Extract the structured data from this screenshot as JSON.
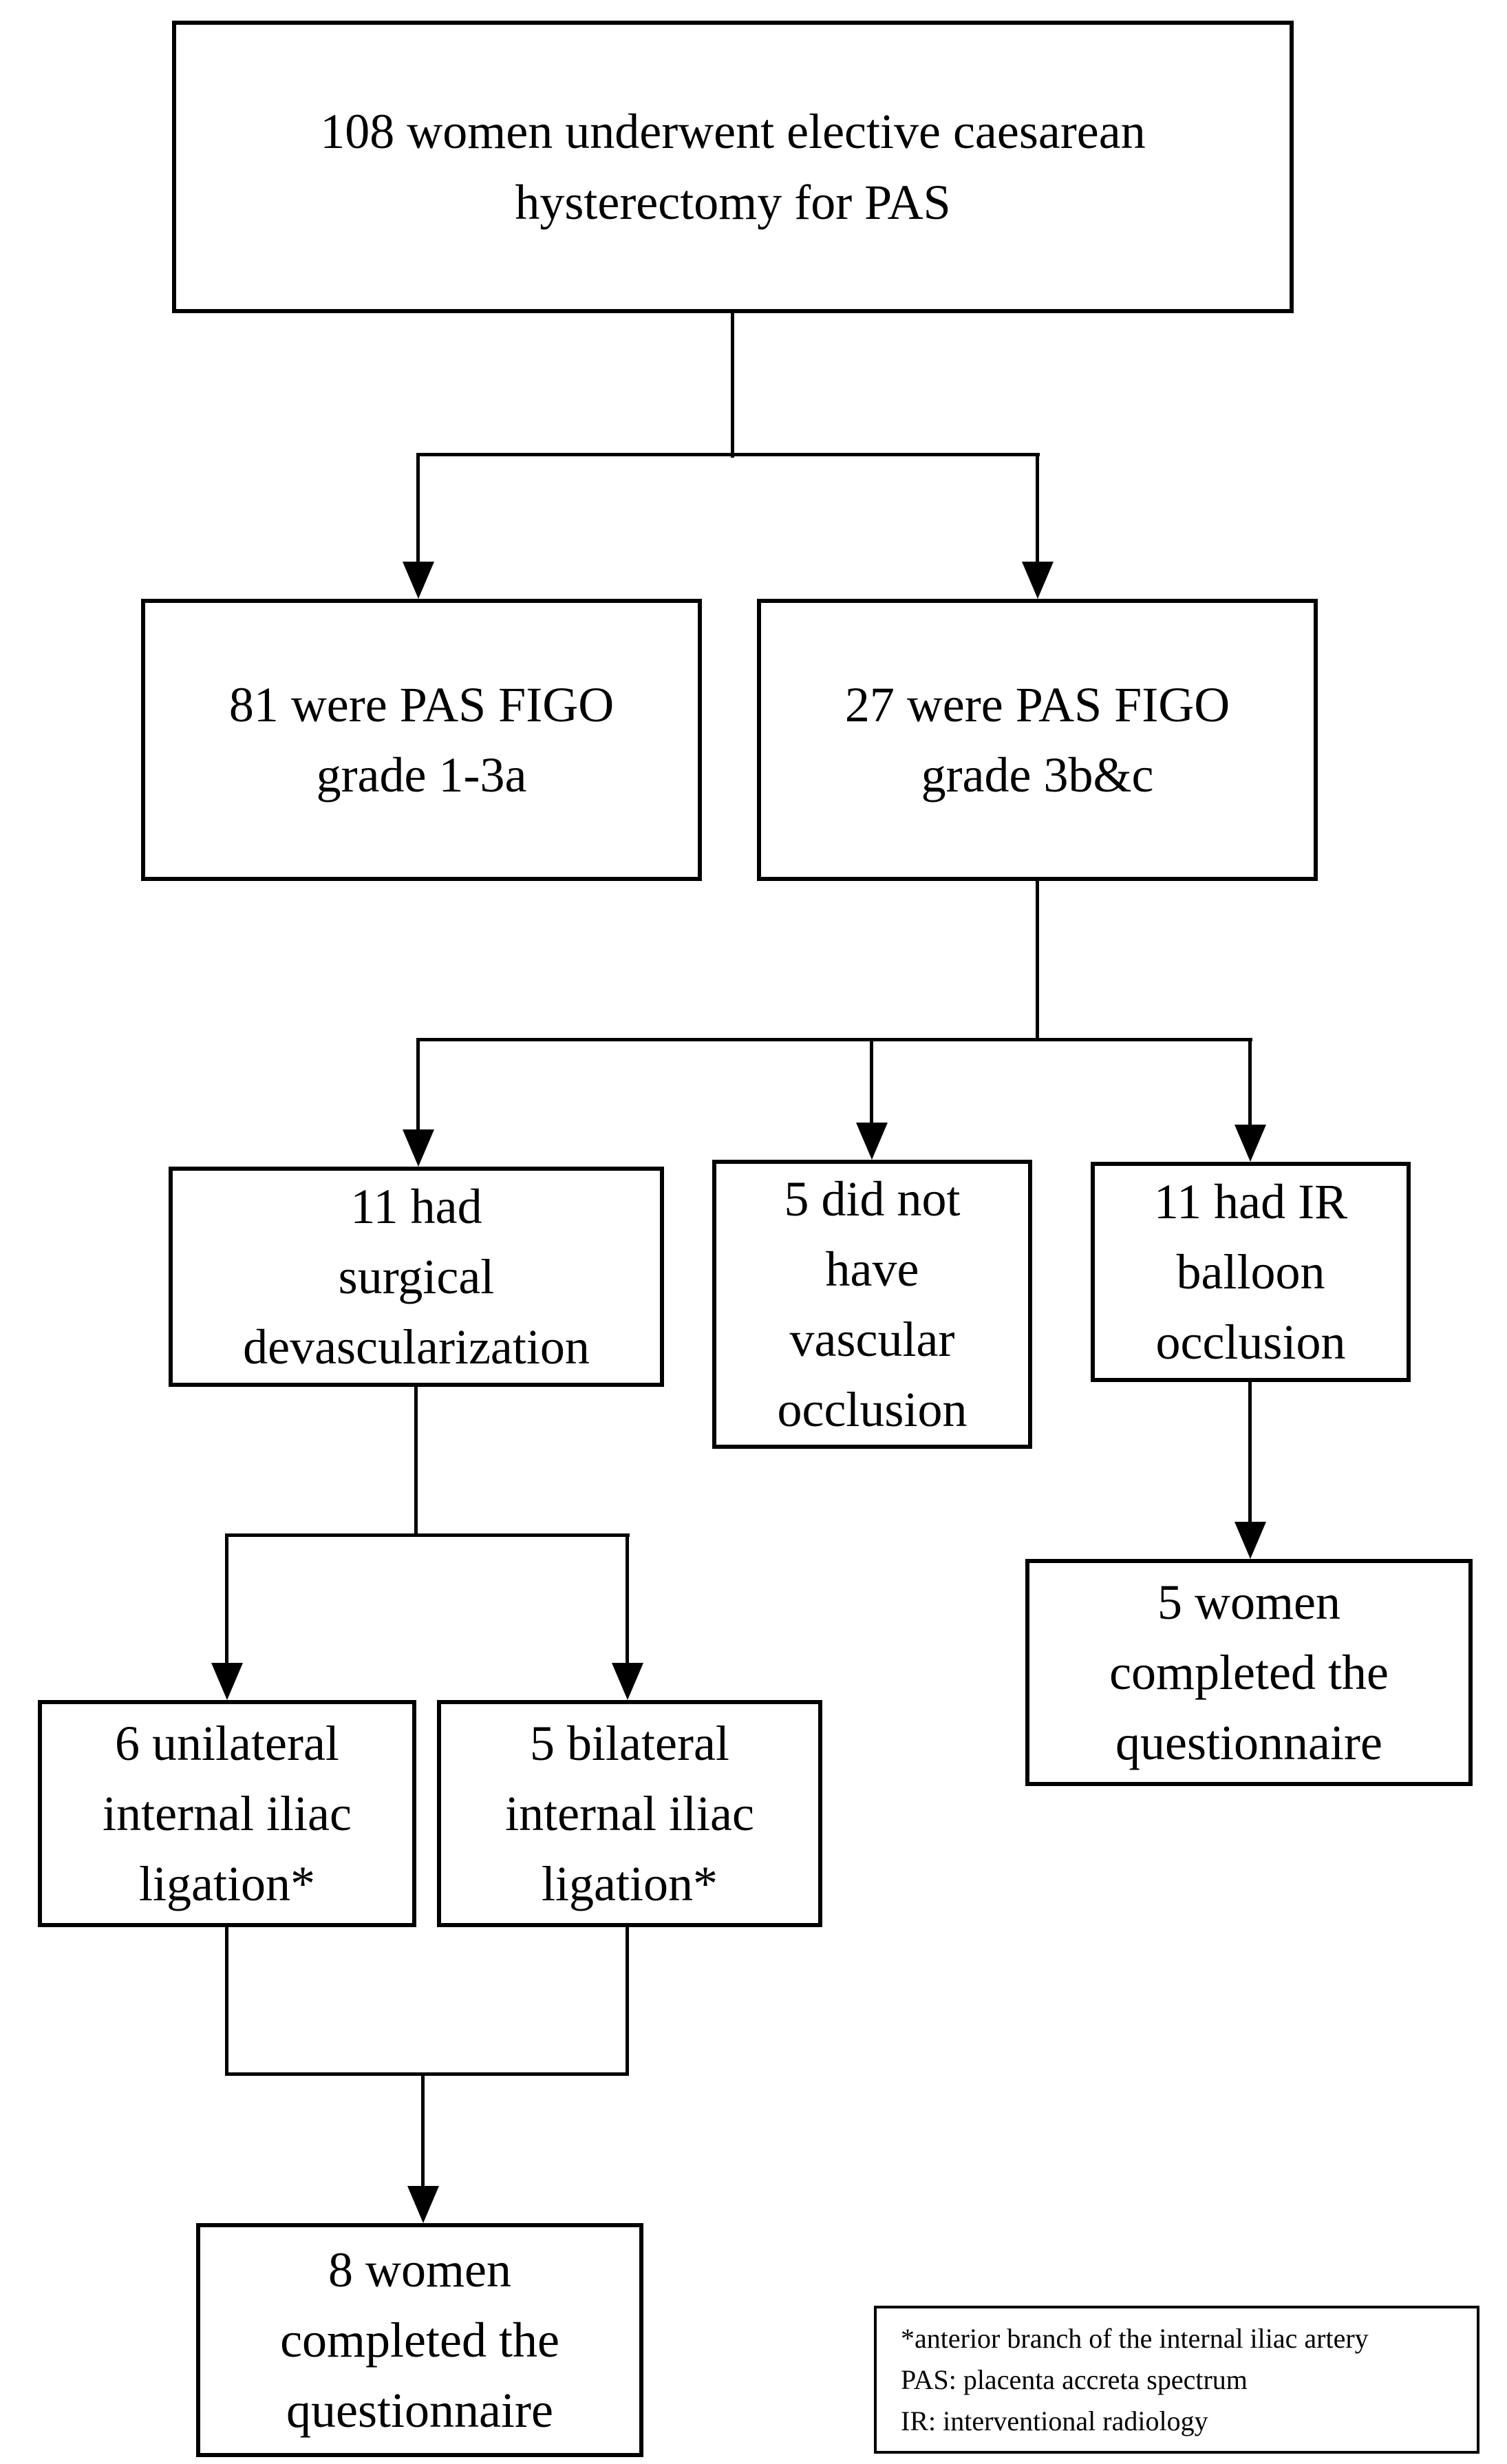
{
  "flowchart": {
    "title": "PAS caesarean hysterectomy patient flow",
    "colors": {
      "background": "#ffffff",
      "box_border": "#000000",
      "line": "#000000",
      "text": "#000000"
    },
    "nodes": {
      "total": {
        "text": "108 women underwent elective caesarean\nhysterectomy for PAS"
      },
      "figo_1_3a": {
        "text": "81 were PAS FIGO\ngrade 1-3a"
      },
      "figo_3bc": {
        "text": "27 were PAS FIGO\ngrade 3b&c"
      },
      "surgical_devascularization": {
        "text": "11 had\nsurgical\ndevascularization"
      },
      "no_vascular_occlusion": {
        "text": "5 did not\nhave\nvascular\nocclusion"
      },
      "ir_balloon_occlusion": {
        "text": "11 had IR\nballoon\nocclusion"
      },
      "questionnaire_ir": {
        "text": "5 women\ncompleted the\nquestionnaire"
      },
      "unilateral_ligation": {
        "text": "6 unilateral\ninternal iliac\nligation*"
      },
      "bilateral_ligation": {
        "text": "5 bilateral\ninternal iliac\nligation*"
      },
      "questionnaire_ligation": {
        "text": "8 women\ncompleted the\nquestionnaire"
      }
    },
    "footnote": {
      "lines": [
        "*anterior branch of the internal iliac artery",
        "PAS: placenta accreta spectrum",
        "IR: interventional radiology"
      ]
    }
  }
}
